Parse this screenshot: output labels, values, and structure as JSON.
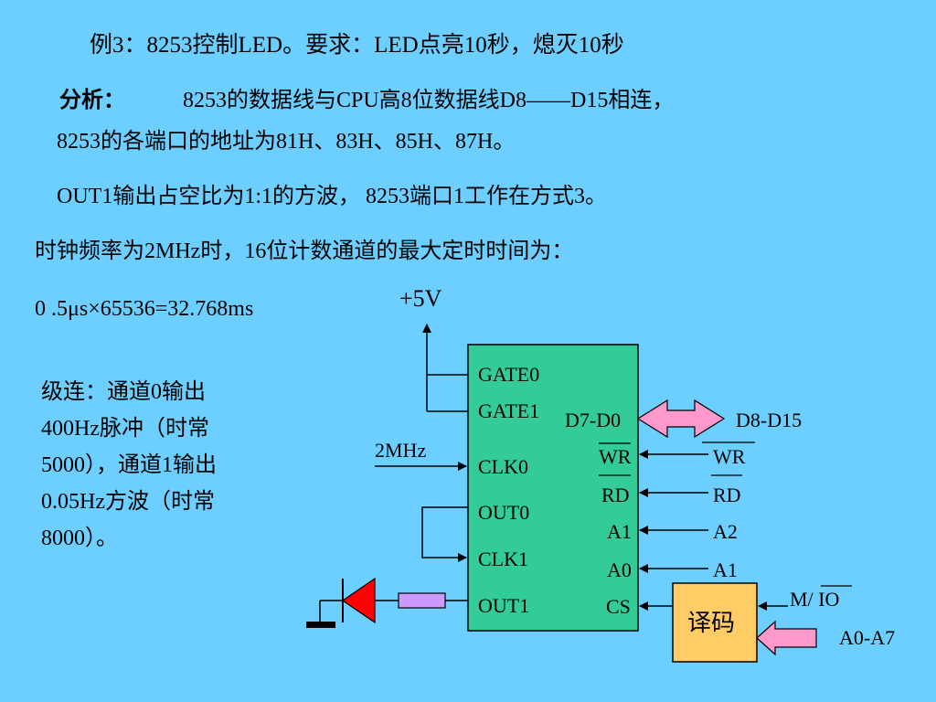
{
  "slide": {
    "title": "例3：8253控制LED。要求：LED点亮10秒，熄灭10秒",
    "analysis_label": "分析：",
    "analysis_line1": "8253的数据线与CPU高8位数据线D8——D15相连，",
    "analysis_line2": "8253的各端口的地址为81H、83H、85H、87H。",
    "out1_line": "OUT1输出占空比为1:1的方波， 8253端口1工作在方式3。",
    "clock_line": "时钟频率为2MHz时，16位计数通道的最大定时时间为：",
    "calc_line": "0 .5μs×65536=32.768ms",
    "cascade_lines": [
      "级连：通道0输出",
      "400Hz脉冲（时常",
      "5000），通道1输出",
      "0.05Hz方波（时常",
      "8000）。"
    ]
  },
  "diagram": {
    "vcc_label": "+5V",
    "clock_input_label": "2MHz",
    "chip_left_pins": [
      "GATE0",
      "GATE1",
      "CLK0",
      "OUT0",
      "CLK1",
      "OUT1"
    ],
    "chip_right_pins": [
      "D7-D0",
      "WR",
      "RD",
      "A1",
      "A0",
      "CS"
    ],
    "bus_labels": [
      "D8-D15",
      "WR",
      "RD",
      "A2",
      "A1"
    ],
    "decoder_label": "译码",
    "decoder_mio_label": "M/ IO",
    "decoder_addr_label": "A0-A7",
    "colors": {
      "background": "#6ccfff",
      "chip": "#33cc99",
      "decoder": "#ffcc66",
      "bus_arrow": "#ff99cc",
      "resistor": "#cc99ff",
      "led": "#ff0000"
    }
  }
}
